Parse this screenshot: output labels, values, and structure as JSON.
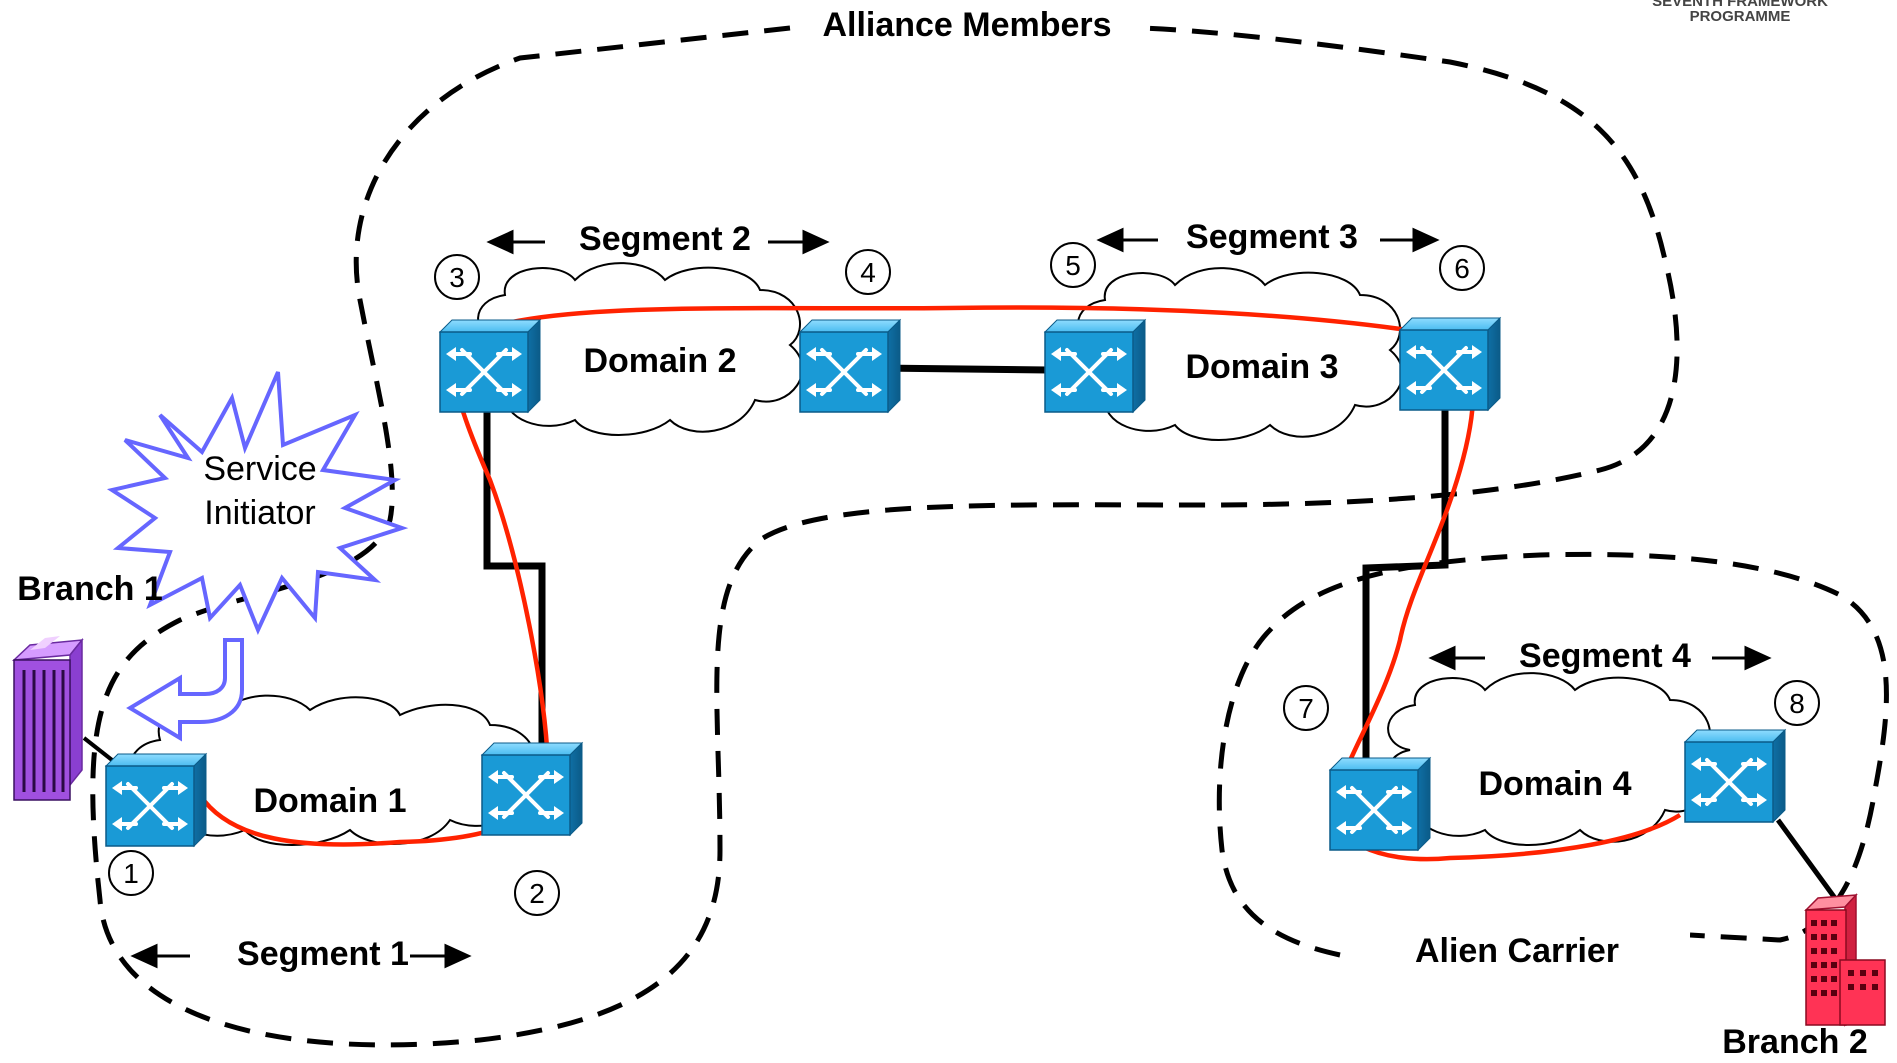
{
  "logo": {
    "line1": "SEVENTH FRAMEWORK",
    "line2": "PROGRAMME"
  },
  "groups": {
    "alliance": "Alliance Members",
    "alien": "Alien Carrier"
  },
  "domains": [
    "Domain 1",
    "Domain 2",
    "Domain 3",
    "Domain 4"
  ],
  "segments": [
    "Segment 1",
    "Segment 2",
    "Segment 3",
    "Segment 4"
  ],
  "nodes": [
    "1",
    "2",
    "3",
    "4",
    "5",
    "6",
    "7",
    "8"
  ],
  "initiator": {
    "line1": "Service",
    "line2": "Initiator"
  },
  "branches": [
    "Branch 1",
    "Branch 2"
  ],
  "colors": {
    "path": "#ff2200",
    "switch": "#1a9ad6",
    "burst": "#6666ff",
    "branch1": "#a050e0",
    "branch2": "#ff3355"
  }
}
